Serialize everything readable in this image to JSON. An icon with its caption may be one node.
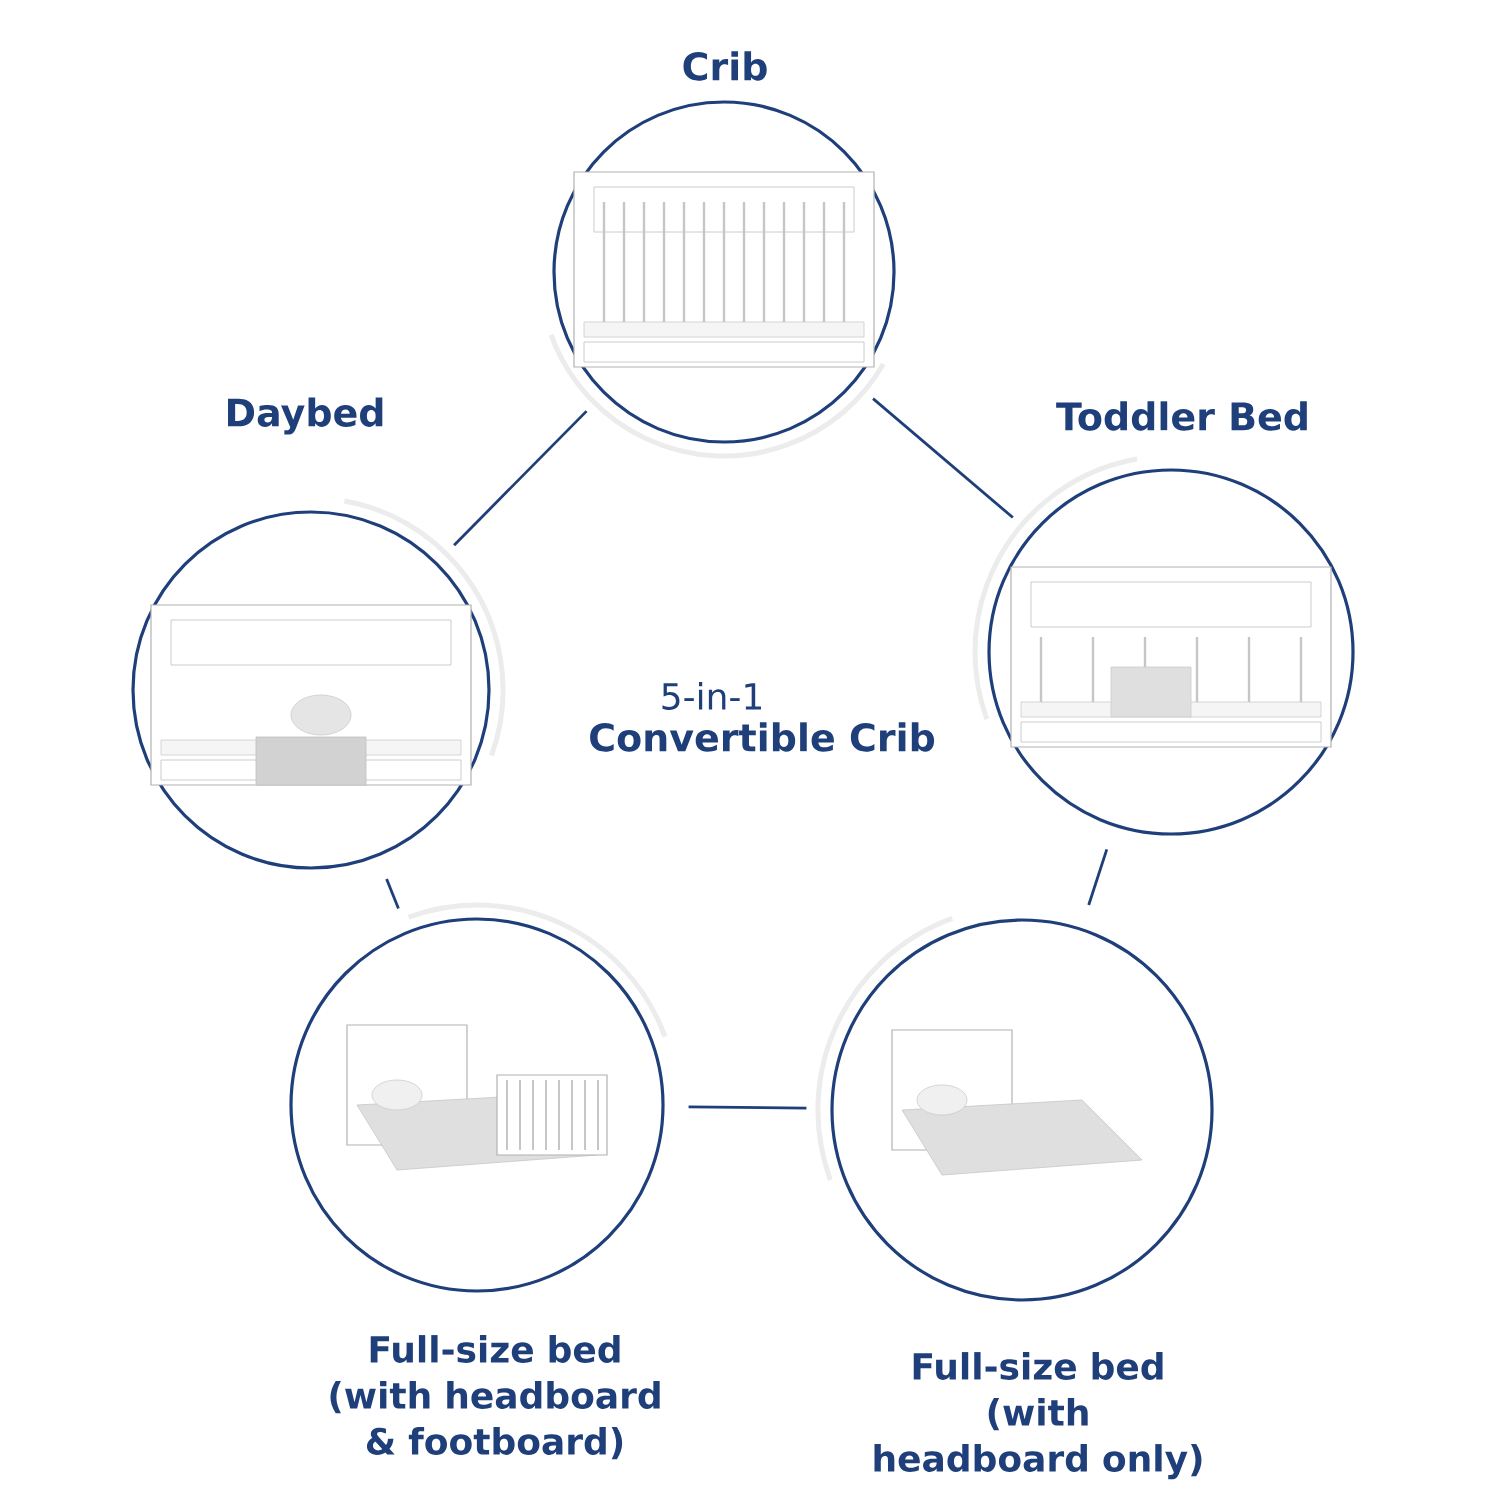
{
  "diagram": {
    "nodes": [
      {
        "text": [
          "Crib"
        ]
      },
      {
        "text": [
          "Daybed"
        ]
      },
      {
        "text": [
          "Toddler Bed"
        ]
      },
      {
        "text": [
          "Full-size bed",
          "(with headboard & footboard)"
        ]
      },
      {
        "text": [
          "Full-size bed",
          "(with headboard only)"
        ]
      }
    ],
    "edges": [
      {
        "from": 0,
        "to": 1,
        "arrow": "none"
      },
      {
        "from": 0,
        "to": 2,
        "arrow": "none"
      },
      {
        "from": 1,
        "to": 3,
        "arrow": "none"
      },
      {
        "from": 2,
        "to": 4,
        "arrow": "none"
      },
      {
        "from": 3,
        "to": 4,
        "arrow": "none"
      }
    ],
    "labels": [
      "5-in-1",
      "Convertible Crib"
    ]
  }
}
